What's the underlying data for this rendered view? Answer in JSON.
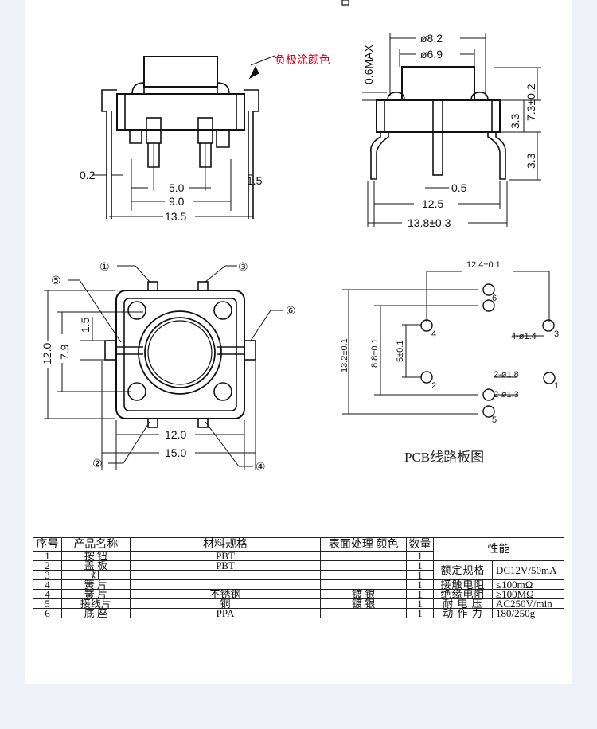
{
  "drawing": {
    "front_view": {
      "note": "负极涂颜色",
      "dims": {
        "lead_w": "0.2",
        "pitch_inner": "5.0",
        "pitch_mid": "9.0",
        "overall": "13.5",
        "side": "1.5"
      }
    },
    "side_view": {
      "dims": {
        "cap_outer": "ø8.2",
        "cap_inner": "ø6.9",
        "max_gap": "0.6MAX",
        "h_upper": "3.3",
        "h_total": "7.3±0.2",
        "h_lower": "3.3",
        "pin": "0.5",
        "body_w": "12.5",
        "overall_w": "13.8±0.3"
      }
    },
    "top_view": {
      "callouts": [
        "①",
        "③",
        "⑤",
        "⑥",
        "②",
        "④"
      ],
      "dims": {
        "height": "12.0",
        "pitch": "7.9",
        "step": "1.5",
        "width_inner": "12.0",
        "width_outer": "15.0"
      }
    },
    "pcb": {
      "caption": "PCB线路板图",
      "dims": {
        "top": "12.4±0.1",
        "left": "13.2±0.1",
        "mid": "8.8±0.1",
        "inner": "5±0.1",
        "hole_a": "4-ø1.4",
        "hole_b": "2-ø1.8",
        "hole_c": "2-ø1.3"
      },
      "pins": [
        "6",
        "4",
        "3",
        "2",
        "1",
        "5"
      ]
    }
  },
  "table": {
    "headers": [
      "序号",
      "产品名称",
      "材料规格",
      "表面处理 颜色",
      "数量",
      "性能"
    ],
    "rows": [
      {
        "no": "1",
        "name": "按 钮",
        "material": "PBT",
        "finish": "",
        "qty": "1"
      },
      {
        "no": "2",
        "name": "盖 板",
        "material": "PBT",
        "finish": "",
        "qty": "1"
      },
      {
        "no": "3",
        "name": "灯",
        "material": "",
        "finish": "",
        "qty": "1"
      },
      {
        "no": "4",
        "name": "簧 片",
        "material": "",
        "finish": "",
        "qty": "1"
      },
      {
        "no": "4",
        "name": "簧 片",
        "material": "不锈钢",
        "finish": "镀 银",
        "qty": "1"
      },
      {
        "no": "5",
        "name": "接线片",
        "material": "铜",
        "finish": "镀 银",
        "qty": "1"
      },
      {
        "no": "6",
        "name": "底 座",
        "material": "PPA",
        "finish": "",
        "qty": "1"
      }
    ],
    "performance": [
      {
        "label": "额定规格",
        "value": "DC12V/50mA"
      },
      {
        "label": "接触电阻",
        "value": "≤100mΩ"
      },
      {
        "label": "绝缘电阻",
        "value": "≥100MΩ"
      },
      {
        "label": "耐 电 压",
        "value": "AC250V/min"
      },
      {
        "label": "动 作 力",
        "value": "180/250g"
      }
    ]
  }
}
